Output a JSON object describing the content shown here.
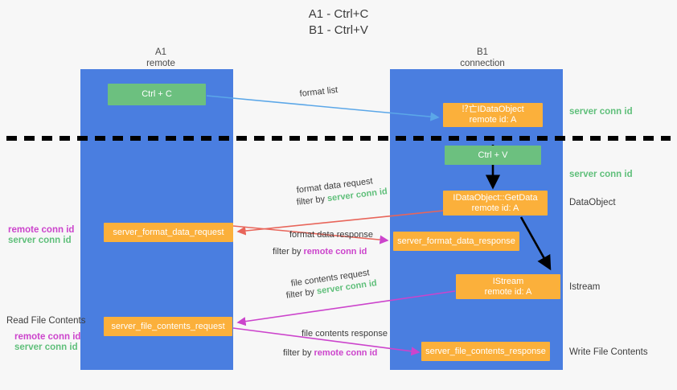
{
  "title": {
    "line1": "A1 - Ctrl+C",
    "line2": "B1 - Ctrl+V"
  },
  "lanes": [
    {
      "name": "A1",
      "sub": "remote"
    },
    {
      "name": "B1",
      "sub": "connection"
    }
  ],
  "colors": {
    "lane": "#4a7ee0",
    "green_box": "#6cc07f",
    "orange_box": "#fbb03b",
    "green_text": "#5fbf7a",
    "magenta_text": "#cc44cc",
    "blue_arrow": "#5ba7e8",
    "red_arrow": "#e8655a",
    "magenta_arrow": "#cc44cc",
    "black_arrow": "#000000",
    "divider": "#000000"
  },
  "boxes": {
    "ctrl_c": "Ctrl + C",
    "ctrl_v": "Ctrl + V",
    "idataobject": {
      "line1": "⁉亡IDataObject",
      "line2": "remote id: A"
    },
    "getdata": {
      "line1": "IDataObject::GetData",
      "line2": "remote id: A"
    },
    "istream": {
      "line1": "IStream",
      "line2": "remote id: A"
    },
    "server_format_data_request": "server_format_data_request",
    "server_format_data_response": "server_format_data_response",
    "server_file_contents_request": "server_file_contents_request",
    "server_file_contents_response": "server_file_contents_response"
  },
  "edges": {
    "format_list": "format list",
    "format_data_request": "format data request",
    "format_data_request_filter_prefix": "filter by ",
    "format_data_request_filter_value": "server conn id",
    "format_data_response": "format data response",
    "format_data_response_filter_prefix": "filter by ",
    "format_data_response_filter_value": "remote conn id",
    "file_contents_request": "file contents request",
    "file_contents_request_filter_prefix": "filter by ",
    "file_contents_request_filter_value": "server conn id",
    "file_contents_response": "file contents response",
    "file_contents_response_filter_prefix": "filter by ",
    "file_contents_response_filter_value": "remote conn id"
  },
  "right_labels": {
    "server_conn_id_top": "server conn id",
    "server_conn_id_mid": "server conn id",
    "dataobject": "DataObject",
    "istream": "Istream",
    "write_file_contents": "Write File Contents"
  },
  "left_labels": {
    "remote_conn_id_mid": "remote conn id",
    "server_conn_id_mid": "server conn id",
    "read_file_contents": "Read File Contents",
    "remote_conn_id_bottom": "remote conn id",
    "server_conn_id_bottom": "server conn id"
  }
}
